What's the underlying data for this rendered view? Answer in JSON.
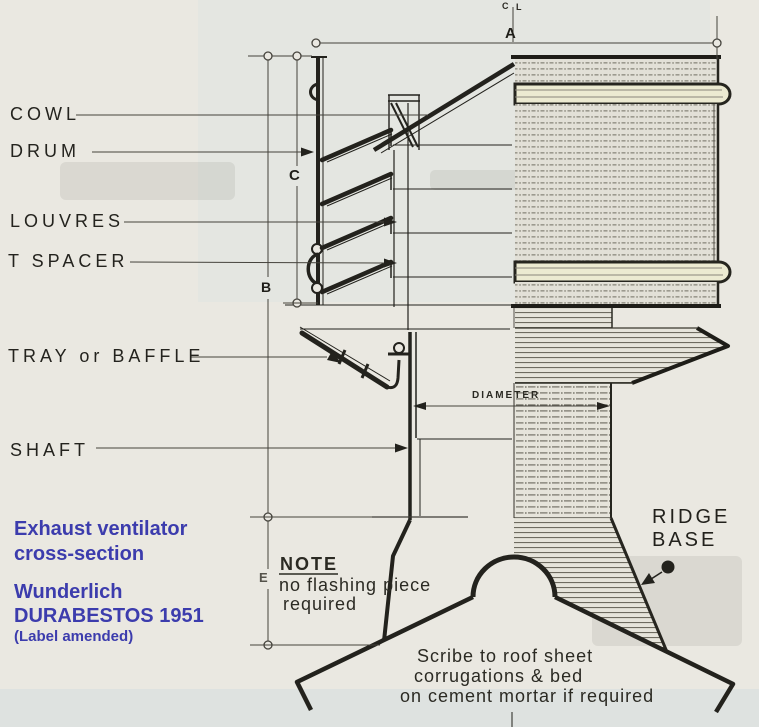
{
  "drawing": {
    "centerline": {
      "left": "C",
      "right": "L"
    },
    "dim_letters": {
      "a": "A",
      "b": "B",
      "c": "C",
      "e": "E"
    },
    "diameter_label": "DIAMETER",
    "part_labels": [
      {
        "id": "cowl",
        "text": "COWL"
      },
      {
        "id": "drum",
        "text": "DRUM"
      },
      {
        "id": "louvres",
        "text": "LOUVRES"
      },
      {
        "id": "t-spacer",
        "text": "T SPACER"
      },
      {
        "id": "tray-baffle",
        "text": "TRAY or BAFFLE"
      },
      {
        "id": "shaft",
        "text": "SHAFT"
      }
    ],
    "ridge_base": {
      "line1": "RIDGE",
      "line2": "BASE"
    },
    "note": {
      "heading": "NOTE",
      "line1": "no flashing piece",
      "line2": "required"
    },
    "scribe_note": {
      "line1": "Scribe to roof sheet",
      "line2": "corrugations & bed",
      "line3": "on cement mortar  if  required"
    }
  },
  "caption": {
    "line1": "Exhaust ventilator",
    "line2": "cross-section",
    "line3": "Wunderlich",
    "line4": "DURABESTOS 1951",
    "line5": "(Label amended)"
  },
  "colors": {
    "caption_blue": "#3c3cad",
    "ink": "#23221e",
    "paper": "#eae8e1"
  }
}
